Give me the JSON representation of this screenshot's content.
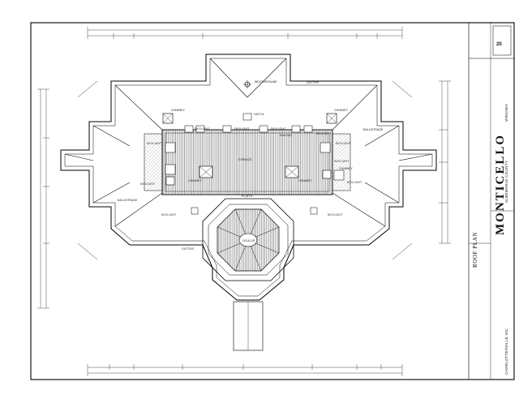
{
  "drawing": {
    "title": "MONTICELLO",
    "sheet_title": "ROOF PLAN",
    "location_left": "ALBEMARLE COUNTY",
    "location_right": "VIRGINIA",
    "address": "CHARLOTTESVILLE VIC.",
    "sheet_no": "20",
    "labels": {
      "weathervane": "WEATHERVANE",
      "gutter": "GUTTER",
      "chimney": "CHIMNEY",
      "skylight": "SKYLIGHT",
      "hatch": "HATCH",
      "terrace": "TERRACE",
      "balustrade": "BALUSTRADE",
      "plinth": "PLINTH",
      "oculus": "OCULUS",
      "railing": "RAILING"
    }
  }
}
